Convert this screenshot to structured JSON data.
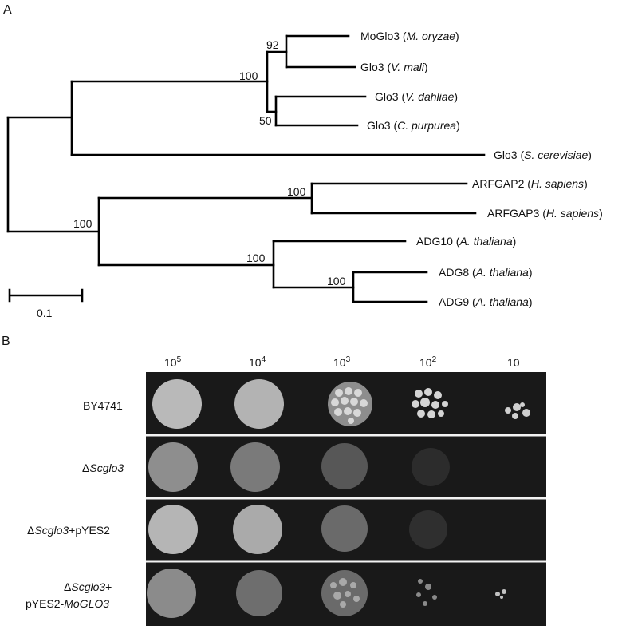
{
  "panel_a": {
    "label": "A",
    "taxa": [
      {
        "name": "MoGlo3 (",
        "species": "M. oryzae",
        "close": ")"
      },
      {
        "name": "Glo3 (",
        "species": "V. mali",
        "close": ")"
      },
      {
        "name": "Glo3 (",
        "species": "V. dahliae",
        "close": ")"
      },
      {
        "name": "Glo3 (",
        "species": "C. purpurea",
        "close": ")"
      },
      {
        "name": "Glo3 (",
        "species": "S. cerevisiae",
        "close": ")"
      },
      {
        "name": "ARFGAP2 (",
        "species": "H. sapiens",
        "close": ")"
      },
      {
        "name": "ARFGAP3 (",
        "species": "H. sapiens",
        "close": ")"
      },
      {
        "name": "ADG10 (",
        "species": "A. thaliana",
        "close": ")"
      },
      {
        "name": "ADG8 (",
        "species": "A. thaliana",
        "close": ")"
      },
      {
        "name": "ADG9 (",
        "species": "A. thaliana",
        "close": ")"
      }
    ],
    "bootstrap": [
      "92",
      "100",
      "50",
      "100",
      "100",
      "100",
      "100"
    ],
    "scale_bar": "0.1"
  },
  "panel_b": {
    "label": "B",
    "dilutions": [
      {
        "base": "10",
        "exp": "5"
      },
      {
        "base": "10",
        "exp": "4"
      },
      {
        "base": "10",
        "exp": "3"
      },
      {
        "base": "10",
        "exp": "2"
      },
      {
        "base": "10",
        "exp": ""
      }
    ],
    "strains": [
      {
        "line1_pre": "",
        "line1_it": "",
        "line1_post": "BY4741",
        "line2_pre": "",
        "line2_it": ""
      },
      {
        "line1_pre": "Δ",
        "line1_it": "Scglo3",
        "line1_post": "",
        "line2_pre": "",
        "line2_it": ""
      },
      {
        "line1_pre": "Δ",
        "line1_it": "Scglo3",
        "line1_post": "+pYES2",
        "line2_pre": "",
        "line2_it": ""
      },
      {
        "line1_pre": "Δ",
        "line1_it": "Scglo3",
        "line1_post": "+",
        "line2_pre": "pYES2-",
        "line2_it": "MoGLO3"
      }
    ]
  }
}
